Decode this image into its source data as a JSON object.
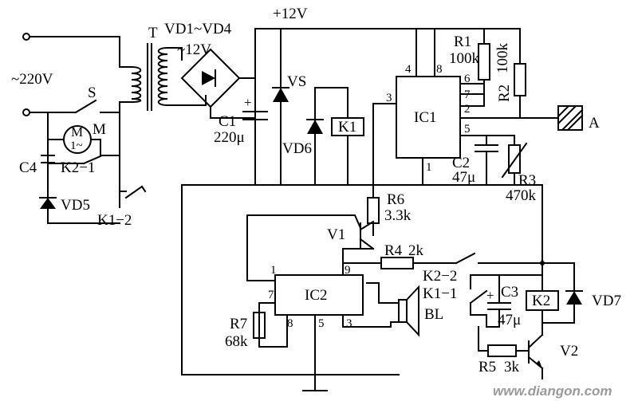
{
  "labels": {
    "ac_source": "~220V",
    "switch_s": "S",
    "transformer": "T",
    "bridge": "VD1~VD4",
    "secondary": "~12V",
    "supply": "+12V",
    "c1": "C1",
    "c1_val": "220μ",
    "vs": "VS",
    "vd6": "VD6",
    "k1": "K1",
    "ic1": "IC1",
    "r1": "R1",
    "r1_val": "100k",
    "r2": "R2",
    "r2_val": "100k",
    "sensor": "A",
    "c2": "C2",
    "c2_val": "47μ",
    "r3": "R3",
    "r3_val": "470k",
    "motor": "M",
    "motor_symbol": "M",
    "motor_sub": "1~",
    "c4": "C4",
    "k2_1": "K2−1",
    "vd5": "VD5",
    "k1_2": "K1−2",
    "r6": "R6",
    "r6_val": "3.3k",
    "v1": "V1",
    "r4": "R4",
    "r4_val": "2k",
    "k2_2": "K2−2",
    "k1_1": "K1−1",
    "ic2": "IC2",
    "bl": "BL",
    "c3": "C3",
    "c3_val": "47μ",
    "k2": "K2",
    "vd7": "VD7",
    "r7": "R7",
    "r7_val": "68k",
    "r5": "R5",
    "r5_val": "3k",
    "v2": "V2",
    "watermark": "www.diangon.com"
  },
  "pins": {
    "ic1_4": "4",
    "ic1_8": "8",
    "ic1_3": "3",
    "ic1_6": "6",
    "ic1_7": "7",
    "ic1_2": "2",
    "ic1_5": "5",
    "ic1_1": "1",
    "ic2_1": "1",
    "ic2_9": "9",
    "ic2_7": "7",
    "ic2_8": "8",
    "ic2_5": "5",
    "ic2_3": "3"
  }
}
